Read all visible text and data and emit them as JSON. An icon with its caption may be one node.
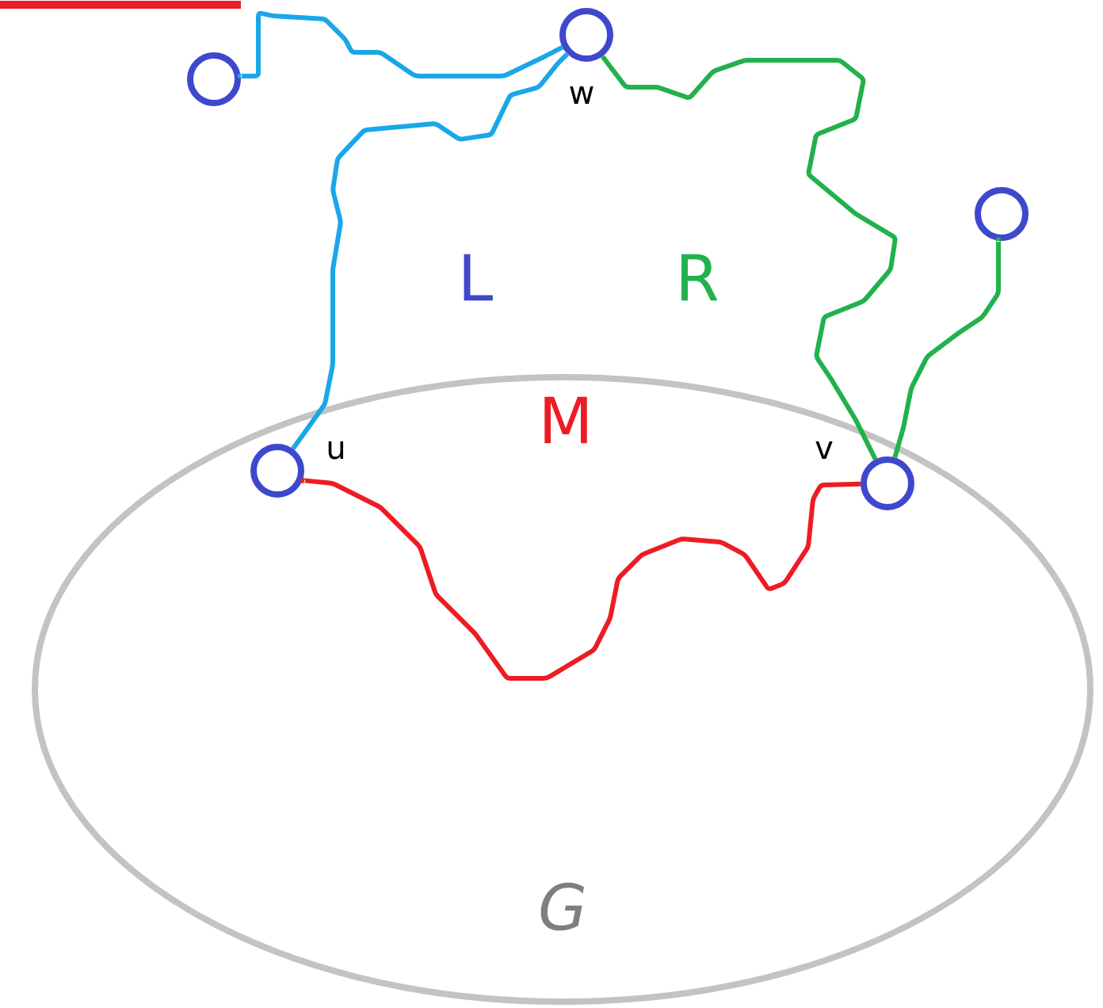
{
  "diagram": {
    "nodes": [
      {
        "text": [],
        "shape": "circle"
      },
      {
        "text": [],
        "shape": "circle",
        "beside": [
          "w"
        ]
      },
      {
        "text": [],
        "shape": "circle"
      },
      {
        "text": [
          "G"
        ]
      },
      {
        "text": [],
        "shape": "circle",
        "beside": [
          "u"
        ],
        "in": 3
      },
      {
        "text": [],
        "shape": "circle",
        "beside": [
          "v"
        ],
        "in": 3
      }
    ],
    "edges": [
      {
        "from": 0,
        "to": 1,
        "arrow": "none",
        "color": "#1aa7e8"
      },
      {
        "from": 1,
        "to": 4,
        "arrow": "none",
        "color": "#1aa7e8"
      },
      {
        "from": 1,
        "to": 5,
        "arrow": "none",
        "color": "#22b14c"
      },
      {
        "from": 2,
        "to": 5,
        "arrow": "none",
        "color": "#22b14c"
      },
      {
        "from": 4,
        "to": 5,
        "arrow": "none",
        "color": "#ed1c24"
      }
    ],
    "labels": [
      "L",
      "R",
      "M"
    ]
  }
}
